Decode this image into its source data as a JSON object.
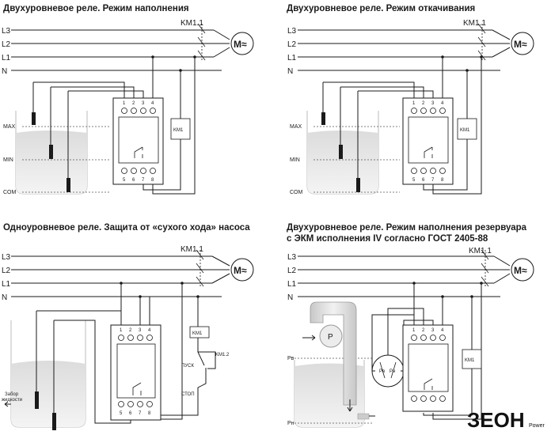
{
  "panels": [
    {
      "title": "Двухуровневое реле. Режим наполнения"
    },
    {
      "title": "Двухуровневое реле. Режим откачивания"
    },
    {
      "title": "Одноуровневое реле. Защита от «сухого хода» насоса"
    },
    {
      "title_line1": "Двухуровневое реле. Режим наполнения резервуара",
      "title_line2": "с ЭКМ исполнения IV согласно ГОСТ 2405-88"
    }
  ],
  "lines": [
    "L3",
    "L2",
    "L1",
    "N"
  ],
  "contactor_label": "KM1.1",
  "contactor2_label": "KM1.2",
  "coil_label": "KM1",
  "motor_label": "M≈",
  "levels": {
    "max": "MAX",
    "min": "MIN",
    "com": "COM"
  },
  "terminals_top": [
    "1",
    "2",
    "3",
    "4"
  ],
  "terminals_bottom": [
    "5",
    "6",
    "7",
    "8"
  ],
  "pusk_label": "ПУСК",
  "stop_label": "СТОП",
  "zabor_line1": "Забор",
  "zabor_line2": "жидкости",
  "pump_label": "P",
  "pressure_high": "Pв",
  "pressure_low": "Pн",
  "gauge_pb": "Pв",
  "gauge_ph": "Pн",
  "logo": {
    "main": "ЗЕОН",
    "sub": "Power"
  }
}
